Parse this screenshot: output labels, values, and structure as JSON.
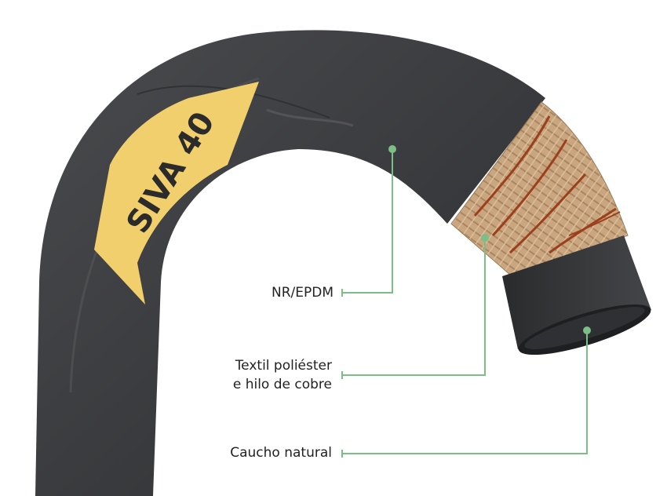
{
  "product": {
    "badge_text": "SIVA 40"
  },
  "colors": {
    "hose_rubber": "#3a3b3d",
    "badge_yellow": "#f1cf6c",
    "braid_tan": "#c8a47e",
    "copper_wire": "#a04a25",
    "callout_green": "#7bbf86"
  },
  "callouts": [
    {
      "id": "nr",
      "line1": "NR/EPDM",
      "line2": ""
    },
    {
      "id": "textile",
      "line1": "Textil poliéster",
      "line2": "e hilo de cobre"
    },
    {
      "id": "rubber",
      "line1": "Caucho natural",
      "line2": ""
    }
  ]
}
